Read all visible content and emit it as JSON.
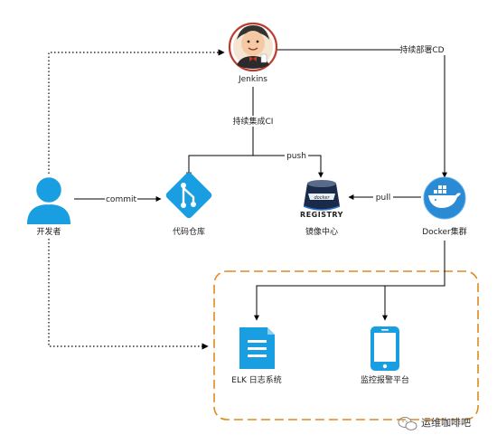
{
  "nodes": {
    "jenkins": {
      "label": "Jenkins",
      "icon": "jenkins-butler-icon"
    },
    "developer": {
      "label": "开发者",
      "icon": "user-icon"
    },
    "code_repo": {
      "label": "代码仓库",
      "icon": "git-icon"
    },
    "registry": {
      "label": "镜像中心",
      "icon": "docker-registry-icon",
      "logo_text_top": "docker",
      "logo_text": "REGISTRY"
    },
    "docker_cluster": {
      "label": "Docker集群",
      "icon": "docker-whale-icon"
    },
    "elk": {
      "label": "ELK 日志系统",
      "icon": "document-icon"
    },
    "monitor": {
      "label": "监控报警平台",
      "icon": "mobile-phone-icon"
    }
  },
  "edges": {
    "cd": {
      "label": "持续部署CD"
    },
    "ci": {
      "label": "持续集成CI"
    },
    "push": {
      "label": "push"
    },
    "commit": {
      "label": "commit"
    },
    "pull": {
      "label": "pull"
    }
  },
  "watermark": {
    "text": "运维咖啡吧",
    "icon": "wechat-icon"
  },
  "colors": {
    "node_blue": "#1a9ee2",
    "docker_blue": "#2a8ad4",
    "arrow": "#000000",
    "group_border": "#e08a1e",
    "jenkins_red": "#c0392b",
    "registry_navy": "#1a2a4a"
  }
}
